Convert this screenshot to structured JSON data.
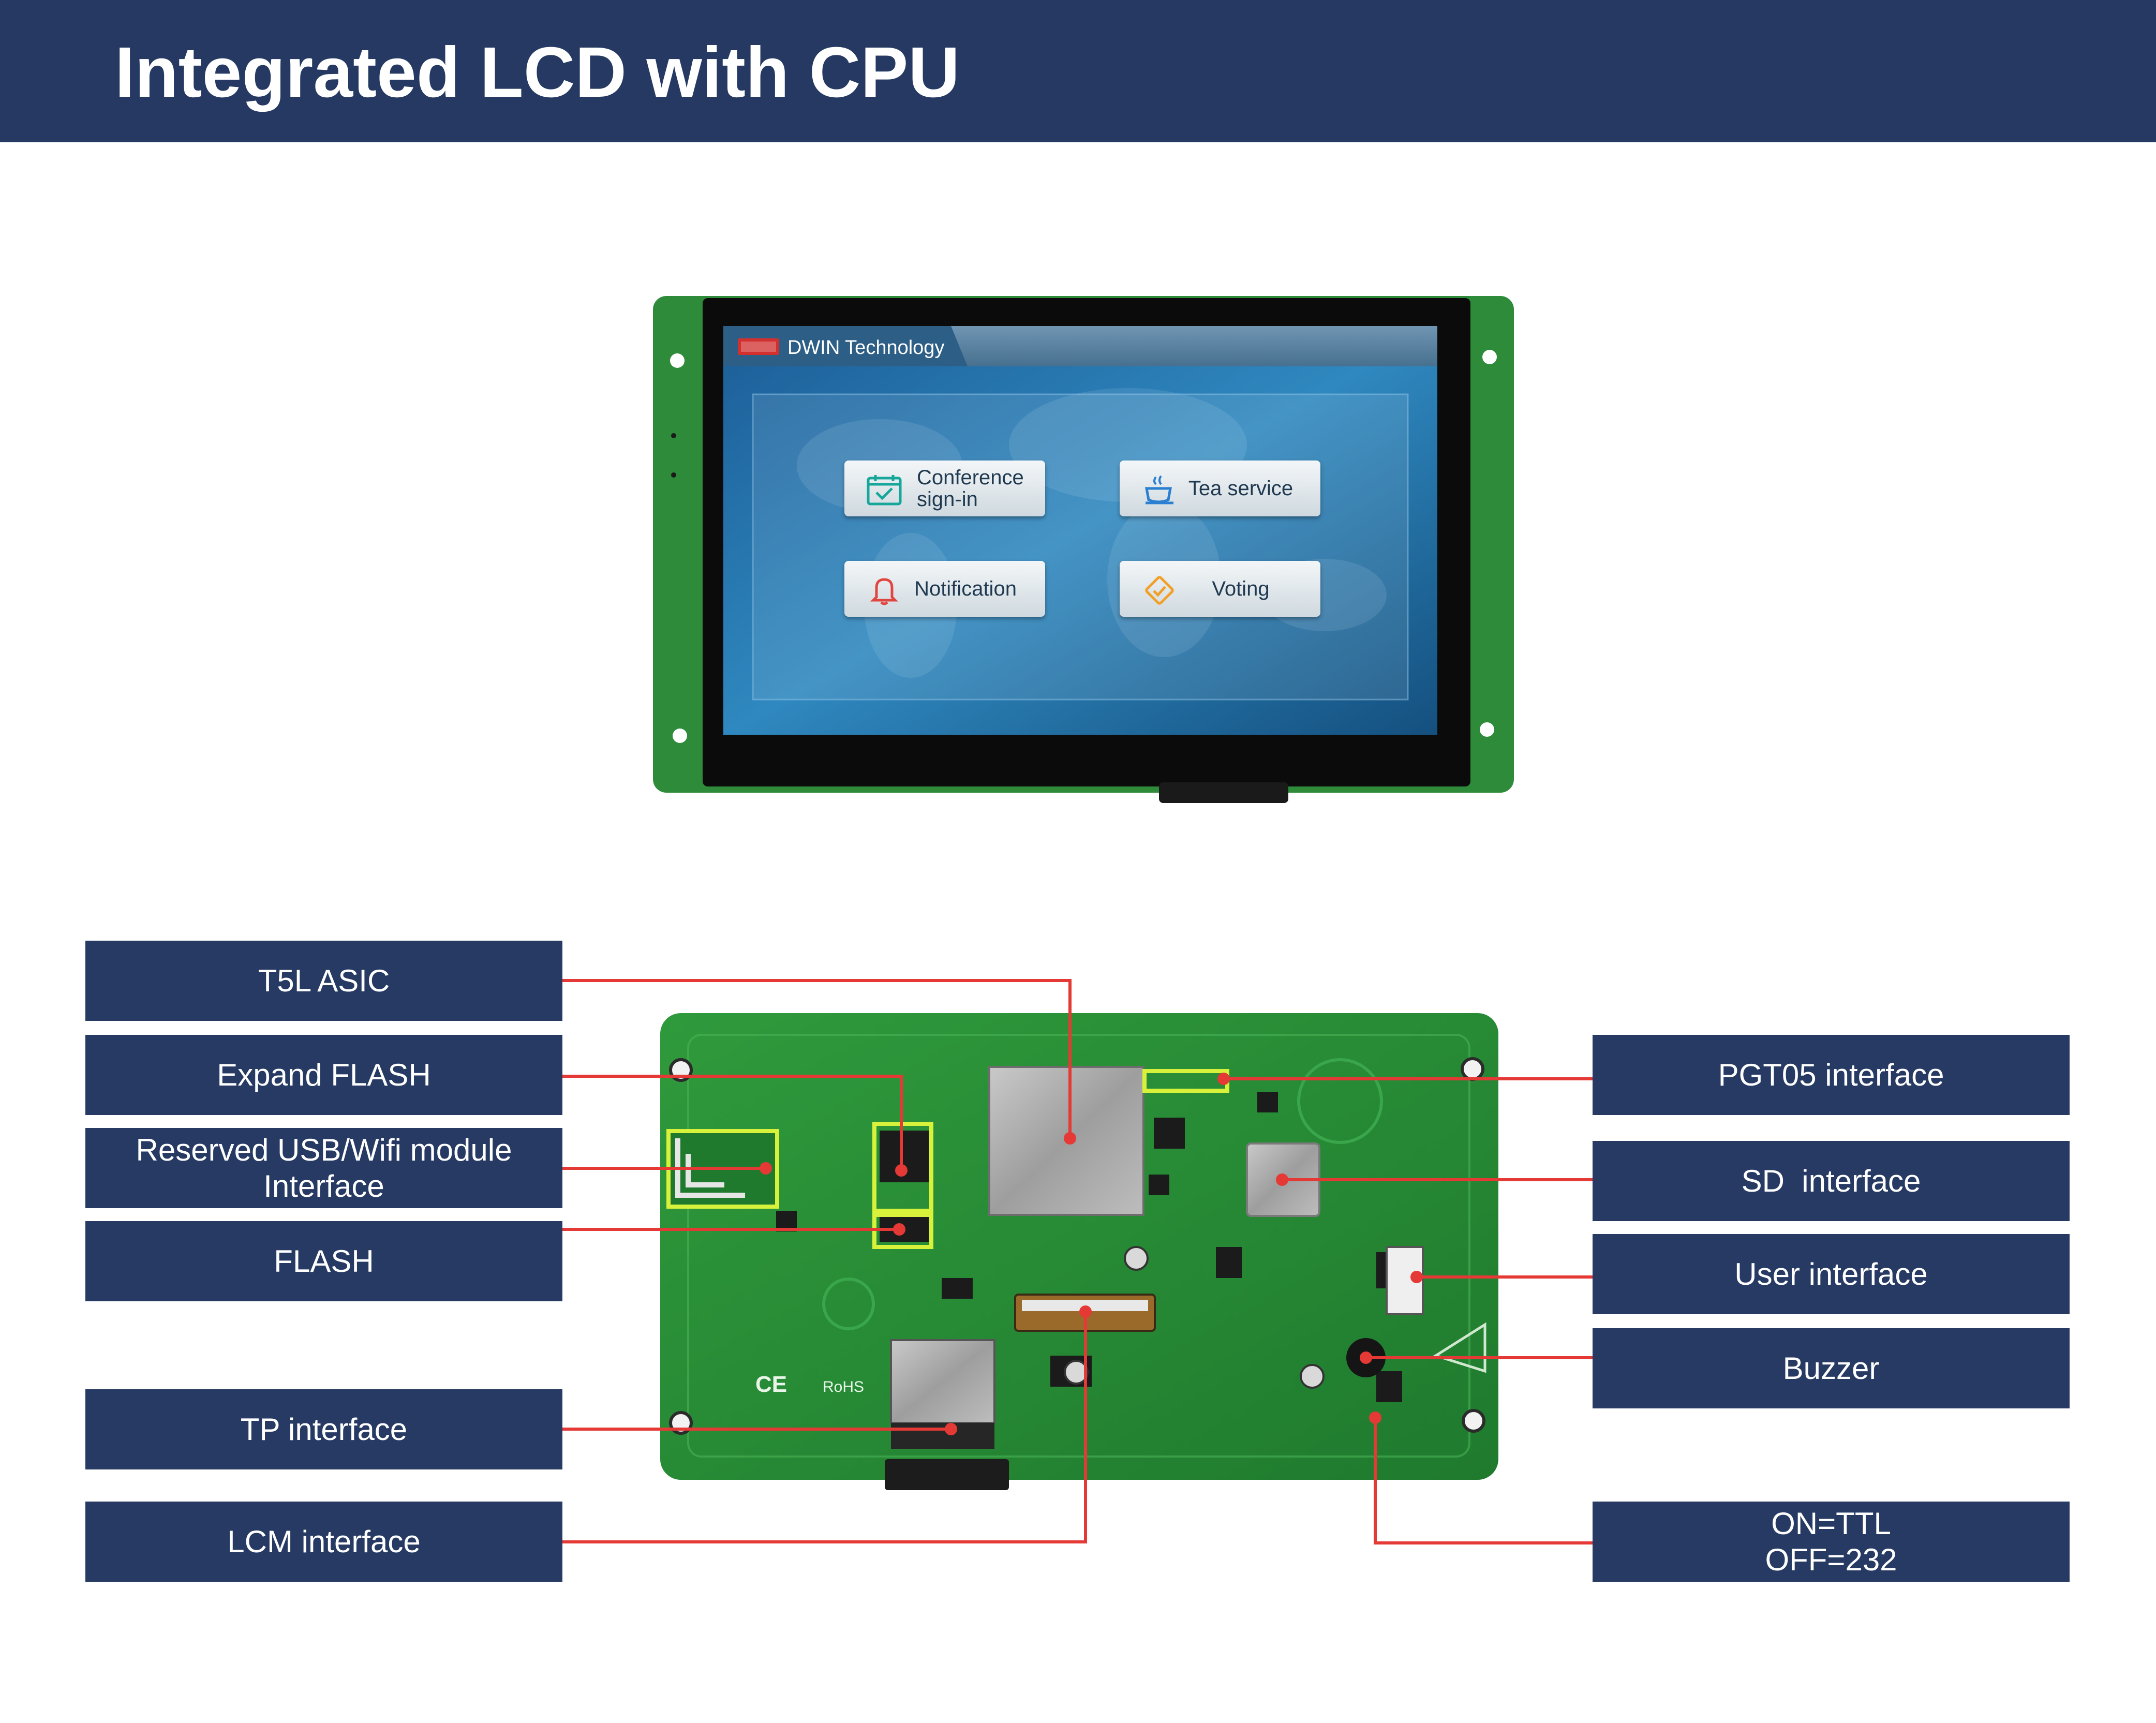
{
  "header": {
    "title": "Integrated LCD with CPU"
  },
  "colors": {
    "header_bg": "#253962",
    "callout_bg": "#263a63",
    "pcb_green": "#2e8b3a",
    "leader_line": "#e53935",
    "highlight_box": "#d8f23b"
  },
  "screen": {
    "header_label": "DWIN Technology",
    "buttons": [
      {
        "label": "Conference\nsign-in",
        "icon": "calendar-check-icon"
      },
      {
        "label": "Tea service",
        "icon": "tea-cup-icon"
      },
      {
        "label": "Notification",
        "icon": "bell-icon"
      },
      {
        "label": "Voting",
        "icon": "voting-check-icon"
      }
    ]
  },
  "board_markings": {
    "ce": "CE",
    "rohs": "RoHS"
  },
  "callouts": {
    "left": [
      "T5L ASIC",
      "Expand FLASH",
      "Reserved USB/Wifi module\nInterface",
      "FLASH",
      "TP interface",
      "LCM interface"
    ],
    "right": [
      "PGT05 interface",
      "SD  interface",
      "User interface",
      "Buzzer",
      "ON=TTL\nOFF=232"
    ]
  }
}
